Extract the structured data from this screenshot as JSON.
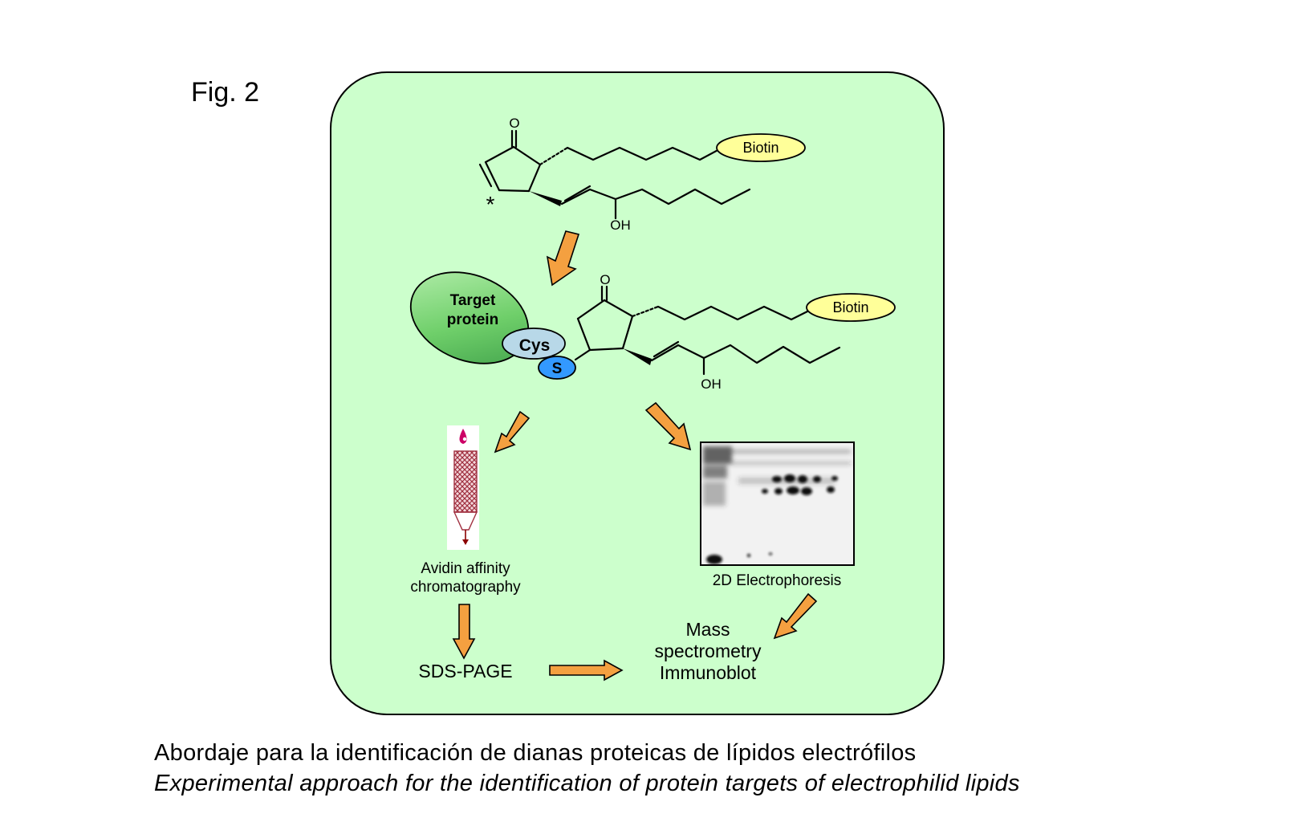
{
  "figure": {
    "label": "Fig. 2"
  },
  "diagram": {
    "molecule_top": {
      "carbonyl_label": "O",
      "asterisk_label": "*",
      "hydroxyl_label": "OH",
      "tag_label": "Biotin"
    },
    "adduct": {
      "protein_label_line1": "Target",
      "protein_label_line2": "protein",
      "cys_label": "Cys",
      "sulfur_label": "S",
      "carbonyl_label": "O",
      "hydroxyl_label": "OH",
      "tag_label": "Biotin"
    },
    "left_branch": {
      "method_line1": "Avidin affinity",
      "method_line2": "chromatography",
      "next_step": "SDS-PAGE"
    },
    "right_branch": {
      "method": "2D Electrophoresis"
    },
    "final_step": {
      "line1": "Mass",
      "line2": "spectrometry",
      "line3": "Immunoblot"
    }
  },
  "caption": {
    "spanish": "Abordaje para la identificación de dianas proteicas de lípidos electrófilos",
    "english": "Experimental approach for the identification of protein targets of electrophilid lipids"
  },
  "colors": {
    "panel_fill": "#ccffcc",
    "arrow_fill": "#f4a040",
    "biotin_fill": "#ffff99",
    "protein_fill": "#66cc66",
    "cys_fill": "#b8d8e8",
    "sulfur_fill": "#3399ff",
    "column_fill": "#c06070",
    "drop_color": "#cc0066"
  }
}
